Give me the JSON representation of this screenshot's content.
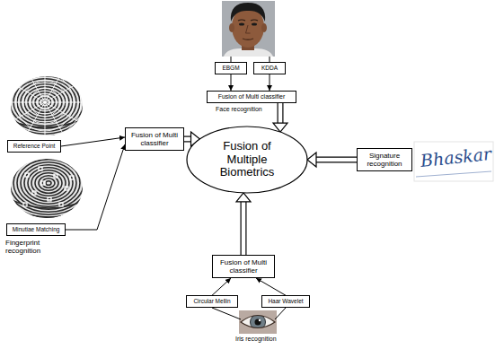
{
  "diagram": {
    "nodes": [
      {
        "text": [
          "EBGM"
        ]
      },
      {
        "text": [
          "KDDA"
        ]
      },
      {
        "text": [
          "Fusion of Multi classifier"
        ]
      },
      {
        "text": [
          "Fusion of Multi classifier"
        ]
      },
      {
        "text": [
          "Fusion of Multiple Biometrics"
        ]
      },
      {
        "text": [
          "Reference Point"
        ]
      },
      {
        "text": [
          "Signature recognition"
        ]
      },
      {
        "text": [
          "Minutiae Matching"
        ]
      },
      {
        "text": [
          "Fusion of Multi classifier"
        ]
      },
      {
        "text": [
          "Circular Mellin"
        ]
      },
      {
        "text": [
          "Haar Wavelet"
        ]
      }
    ],
    "edges": [
      {
        "from": 0,
        "to": 2,
        "arrow": "to"
      },
      {
        "from": 1,
        "to": 2,
        "arrow": "to"
      },
      {
        "from": 2,
        "to": 4,
        "arrow": "to"
      },
      {
        "from": 5,
        "to": 3,
        "arrow": "to"
      },
      {
        "from": 7,
        "to": 3,
        "arrow": "to"
      },
      {
        "from": 3,
        "to": 4,
        "arrow": "to"
      },
      {
        "from": 6,
        "to": 4,
        "arrow": "to"
      },
      {
        "from": 9,
        "to": 8,
        "arrow": "to"
      },
      {
        "from": 10,
        "to": 8,
        "arrow": "to"
      },
      {
        "from": 8,
        "to": 4,
        "arrow": "to"
      }
    ],
    "labels": [
      "Face recognition",
      "Fingerprint recognition",
      "Iris recognition",
      "Bhaskar"
    ]
  }
}
